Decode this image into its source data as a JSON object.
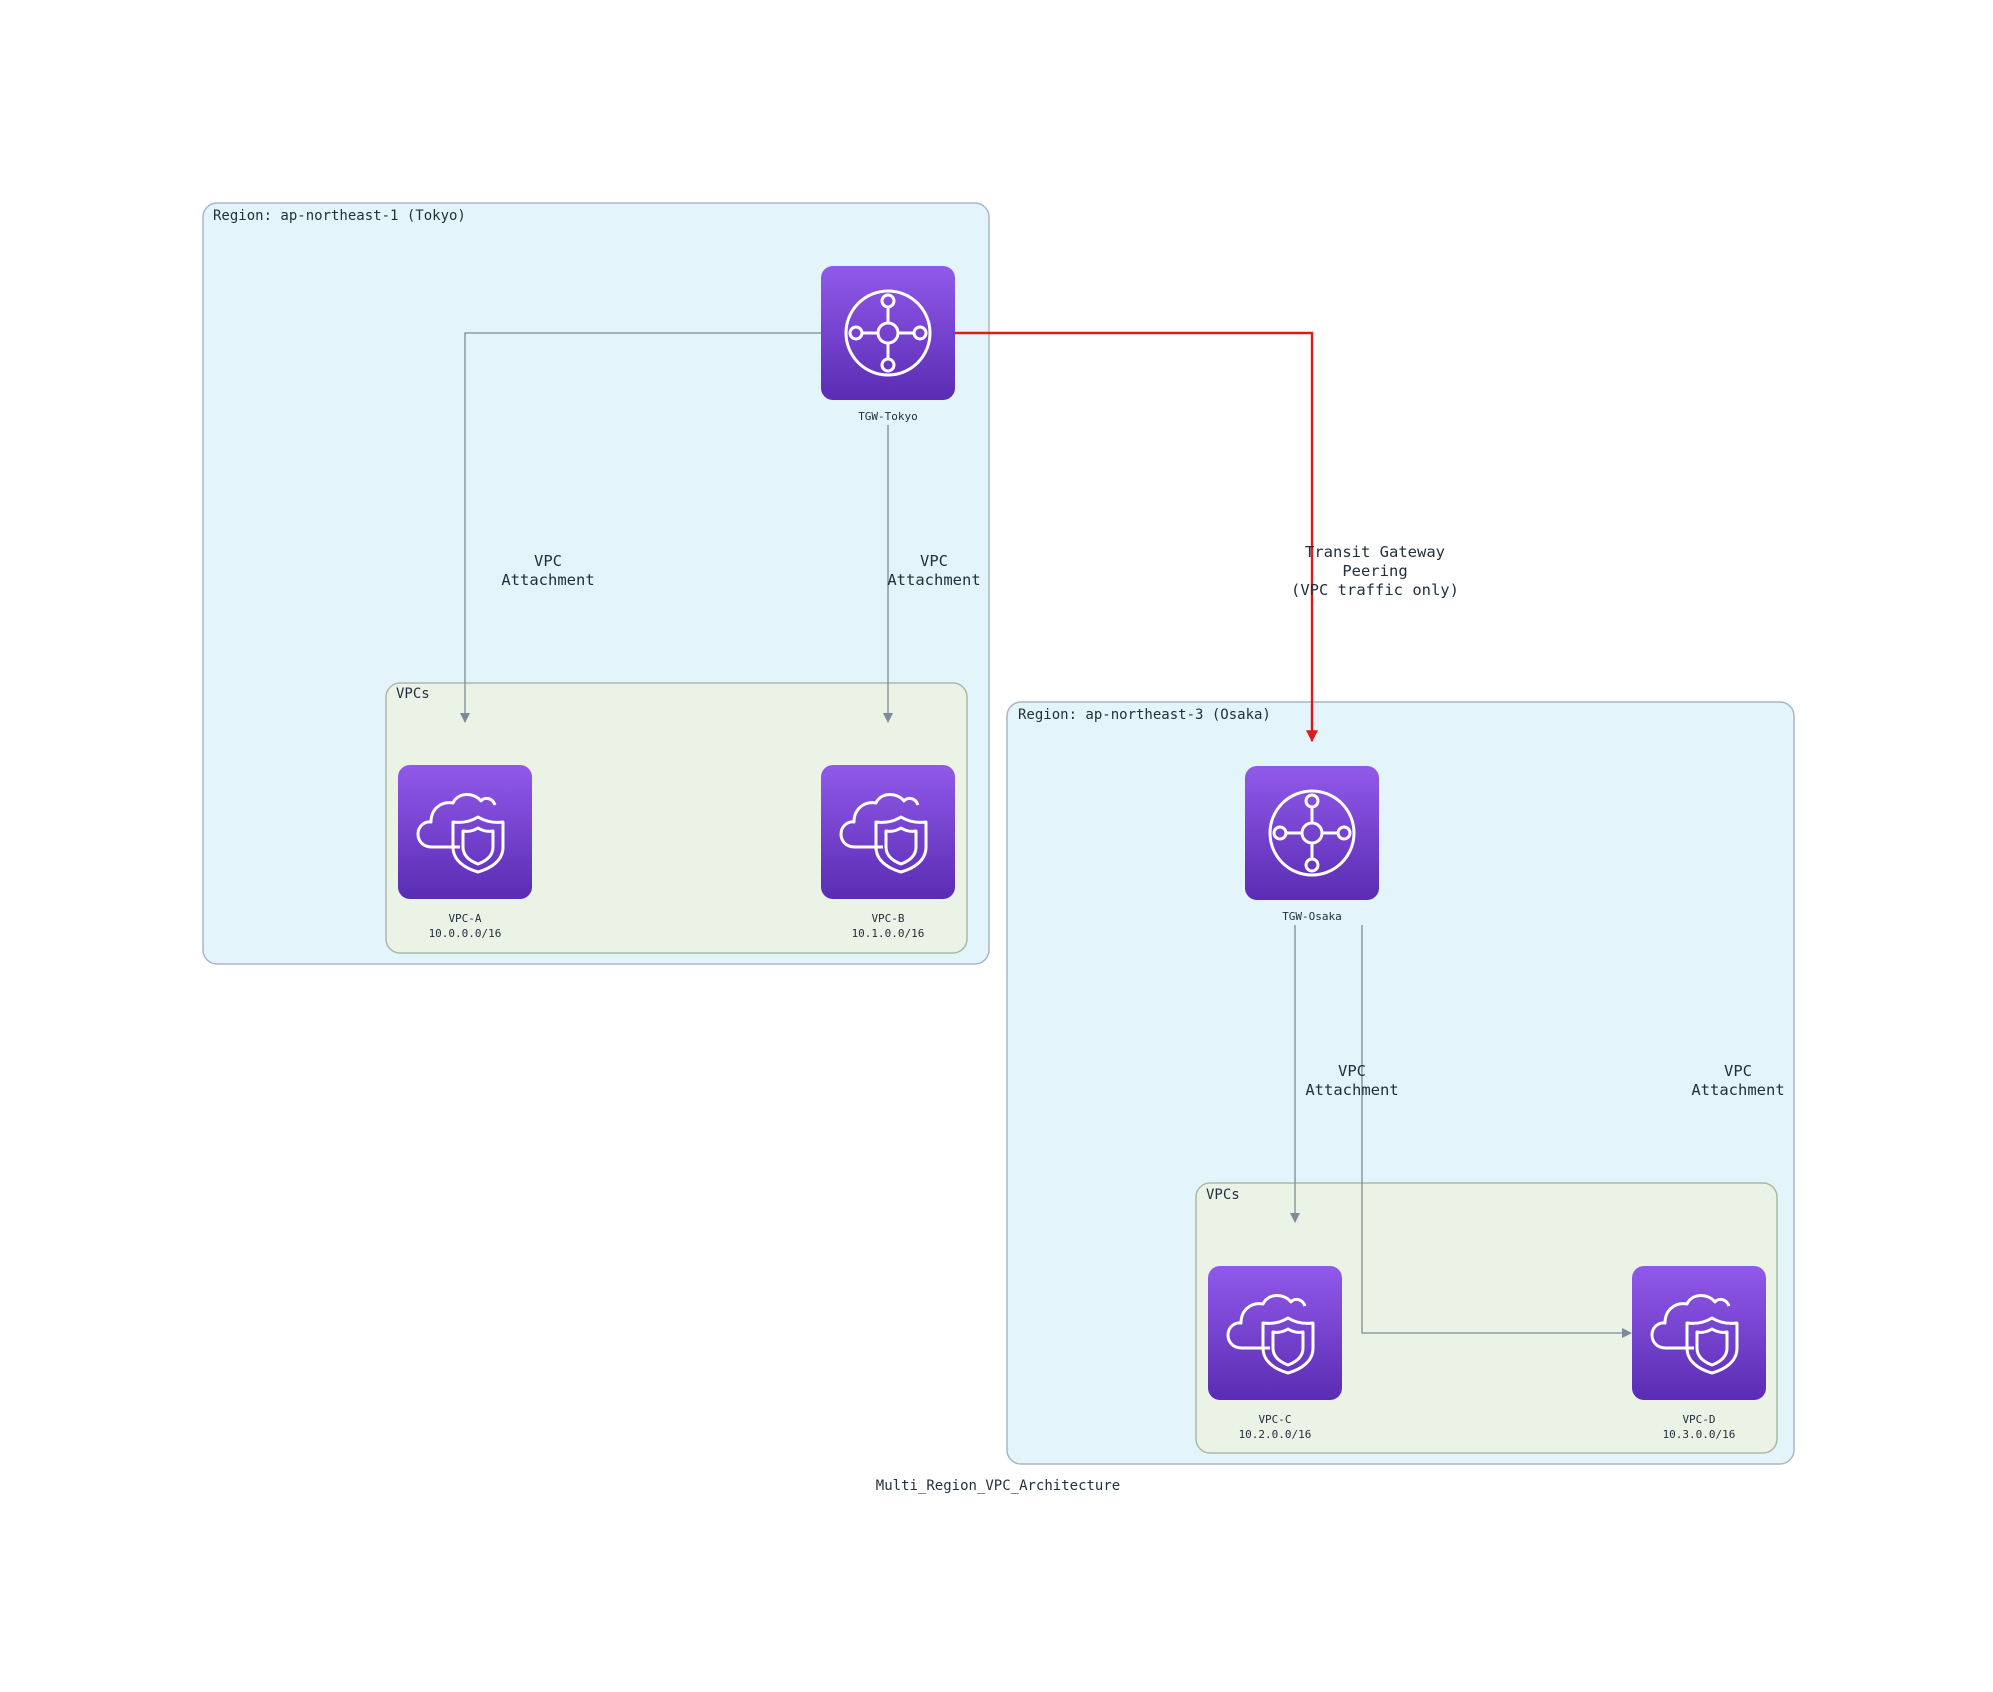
{
  "diagram": {
    "caption": "Multi_Region_VPC_Architecture",
    "colors": {
      "region_fill": "#e3f4fb",
      "region_border": "#a7b8c4",
      "vpcs_fill": "#ebf2e6",
      "vpcs_border": "#aab9a7",
      "icon_top": "#9159ea",
      "icon_bottom": "#5a2cb3",
      "edge": "#7d8c97",
      "peering_edge": "#e0191b"
    },
    "regions": [
      {
        "label": "Region: ap-northeast-1 (Tokyo)",
        "tgw": {
          "label": "TGW-Tokyo",
          "icon": "transit-gateway-icon"
        },
        "vpcs_group": {
          "label": "VPCs",
          "vpcs": [
            {
              "name": "VPC-A",
              "cidr": "10.0.0.0/16",
              "icon": "vpc-cloud-shield-icon"
            },
            {
              "name": "VPC-B",
              "cidr": "10.1.0.0/16",
              "icon": "vpc-cloud-shield-icon"
            }
          ]
        },
        "attachments": [
          {
            "line1": "VPC",
            "line2": "Attachment"
          },
          {
            "line1": "VPC",
            "line2": "Attachment"
          }
        ]
      },
      {
        "label": "Region: ap-northeast-3 (Osaka)",
        "tgw": {
          "label": "TGW-Osaka",
          "icon": "transit-gateway-icon"
        },
        "vpcs_group": {
          "label": "VPCs",
          "vpcs": [
            {
              "name": "VPC-C",
              "cidr": "10.2.0.0/16",
              "icon": "vpc-cloud-shield-icon"
            },
            {
              "name": "VPC-D",
              "cidr": "10.3.0.0/16",
              "icon": "vpc-cloud-shield-icon"
            }
          ]
        },
        "attachments": [
          {
            "line1": "VPC",
            "line2": "Attachment"
          },
          {
            "line1": "VPC",
            "line2": "Attachment"
          }
        ]
      }
    ],
    "peering": {
      "line1": "Transit Gateway",
      "line2": "Peering",
      "line3": "(VPC traffic only)"
    }
  }
}
